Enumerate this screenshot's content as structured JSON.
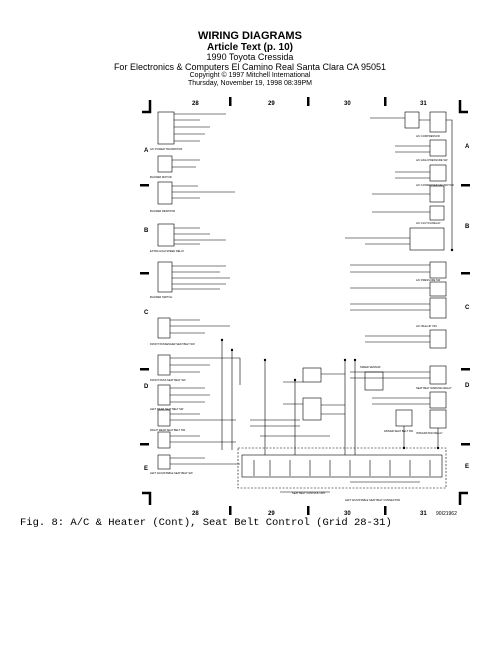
{
  "header": {
    "title": "WIRING DIAGRAMS",
    "subtitle": "Article Text (p. 10)",
    "vehicle": "1990 Toyota Cressida",
    "publisher": "For Electronics & Computers El Camino Real Santa Clara CA 95051",
    "copyright": "Copyright © 1997 Mitchell International",
    "date": "Thursday, November 19, 1998 08:39PM"
  },
  "grid": {
    "columns": [
      "28",
      "29",
      "30",
      "31"
    ],
    "rows": [
      "A",
      "B",
      "C",
      "D",
      "E"
    ]
  },
  "labels": {
    "left": [
      "A/C POWER TRANSISTOR",
      "BLOWER MOTOR",
      "BLOWER RESISTOR",
      "EXTRA HIGH SPEED RELAY",
      "BLOWER SWITCH",
      "FRONT PASSENGER SEAT BELT SW",
      "FRONT PASS SEAT BELT SW",
      "LEFT REAR SEAT BELT SW",
      "RIGHT REAR SEAT BELT SW",
      "LEFT ADJUSTABLE SEAT BELT SW"
    ],
    "right": [
      "A/C COMPRESSOR",
      "A/C HIGH PRESSURE SW",
      "A/C CONDENSER FAN MOTOR",
      "A/C CLUTCH RELAY",
      "A/C PRESSURE SW",
      "A/C IDLE-UP VSV",
      "SPEED SENSOR",
      "SEAT BELT WARNING RELAY",
      "DRIVER SEAT BELT SW",
      "INTEGRATION RELAY"
    ],
    "bottom": [
      "SEAT BELT CONTROL UNIT",
      "LEFT ADJUSTABLE SEAT BELT CONNECTOR"
    ],
    "figure_id": "90I21962"
  },
  "caption": "Fig. 8:  A/C & Heater (Cont), Seat Belt Control (Grid 28-31)"
}
